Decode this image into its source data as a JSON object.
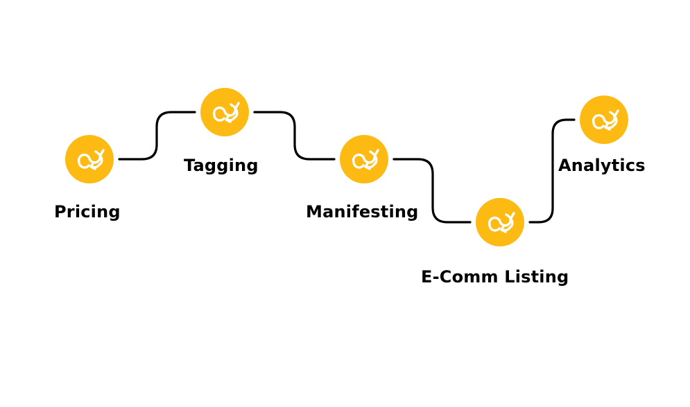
{
  "colors": {
    "node_fill": "#FDBA12",
    "icon_stroke": "#ffffff",
    "connector": "#000000",
    "label": "#000000",
    "background": "#ffffff"
  },
  "icon": "cycle-arrows-icon",
  "steps": [
    {
      "label": "Pricing"
    },
    {
      "label": "Tagging"
    },
    {
      "label": "Manifesting"
    },
    {
      "label": "E-Comm Listing"
    },
    {
      "label": "Analytics"
    }
  ]
}
